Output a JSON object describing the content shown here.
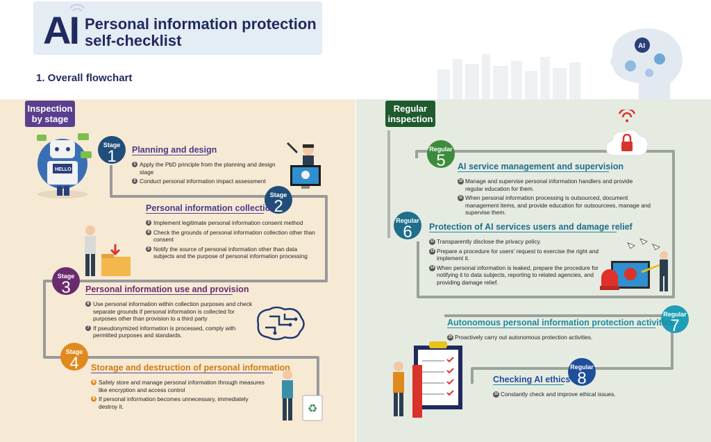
{
  "header": {
    "logo_text": "AI",
    "title_line1": "Personal information protection",
    "title_line2": "self-checklist"
  },
  "section_heading": "1. Overall flowchart",
  "left_tag": "Inspection by stage",
  "right_tag": "Regular inspection",
  "robot_sign": "HELLO",
  "stages": [
    {
      "badge": "Stage",
      "number": "1",
      "title": "Planning and design",
      "items": [
        {
          "n": "1",
          "text": "Apply the PbD principle from the planning and design stage"
        },
        {
          "n": "2",
          "text": "Conduct personal information impact assessment"
        }
      ]
    },
    {
      "badge": "Stage",
      "number": "2",
      "title": "Personal information collection",
      "items": [
        {
          "n": "3",
          "text": "Implement legitimate personal information consent method"
        },
        {
          "n": "4",
          "text": "Check the grounds of personal information collection other than consent"
        },
        {
          "n": "5",
          "text": "Notify the source of personal information other than data subjects and the purpose of personal information processing"
        }
      ]
    },
    {
      "badge": "Stage",
      "number": "3",
      "title": "Personal information use and provision",
      "items": [
        {
          "n": "6",
          "text": "Use personal information within collection purposes and check separate grounds if personal information is collected for purposes other than provision to a third party"
        },
        {
          "n": "7",
          "text": "If pseudonymized information is processed, comply with permitted purposes and standards."
        }
      ]
    },
    {
      "badge": "Stage",
      "number": "4",
      "title": "Storage and destruction of personal information",
      "items": [
        {
          "n": "8",
          "text": "Safely store and manage personal information through measures like encryption and access control"
        },
        {
          "n": "9",
          "text": "If personal information becomes unnecessary, immediately destroy it."
        }
      ]
    }
  ],
  "regulars": [
    {
      "badge": "Regular",
      "number": "5",
      "title": "AI service management and supervision",
      "items": [
        {
          "n": "10",
          "text": "Manage and supervise personal information handlers and provide regular education for them."
        },
        {
          "n": "11",
          "text": "When personal information processing is outsourced, document management items, and provide education for outsourcees, manage and supervise them."
        }
      ]
    },
    {
      "badge": "Regular",
      "number": "6",
      "title": "Protection of AI services users and damage relief",
      "items": [
        {
          "n": "12",
          "text": "Transparently disclose the privacy policy."
        },
        {
          "n": "13",
          "text": "Prepare a procedure for users' request to exercise the right and implement it."
        },
        {
          "n": "14",
          "text": "When personal information is leaked, prepare the procedure for notifying it to data subjects, reporting to related agencies, and providing damage relief."
        }
      ]
    },
    {
      "badge": "Regular",
      "number": "7",
      "title": "Autonomous personal information protection activities",
      "items": [
        {
          "n": "15",
          "text": "Proactively carry out autonomous protection activities."
        }
      ]
    },
    {
      "badge": "Regular",
      "number": "8",
      "title": "Checking AI ethics",
      "items": [
        {
          "n": "16",
          "text": "Constantly check and improve ethical issues."
        }
      ]
    }
  ],
  "colors": {
    "navy": "#1f2a5e",
    "stage_circle": "#1f4e7a",
    "stage_3": "#6a2b6e",
    "stage_4": "#e08a1e",
    "regular_5": "#3d8b3d",
    "regular_6": "#1e6e8c",
    "regular_7": "#1e9eb5",
    "regular_8": "#1f4e9a",
    "left_bg": "#f7ead5",
    "right_bg": "#e6ebe2"
  }
}
